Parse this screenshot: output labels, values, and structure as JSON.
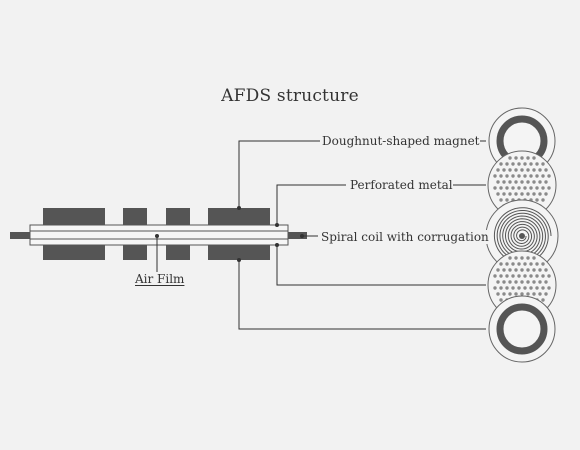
{
  "title": "AFDS structure",
  "labels": {
    "magnet": "Doughnut-shaped magnet",
    "perforated": "Perforated metal",
    "coil": "Spiral coil with corrugation",
    "air_film": "Air Film"
  },
  "colors": {
    "background": "#f2f2f2",
    "dark": "#555555",
    "line": "#333333",
    "light_fill": "#e9e9e9"
  }
}
